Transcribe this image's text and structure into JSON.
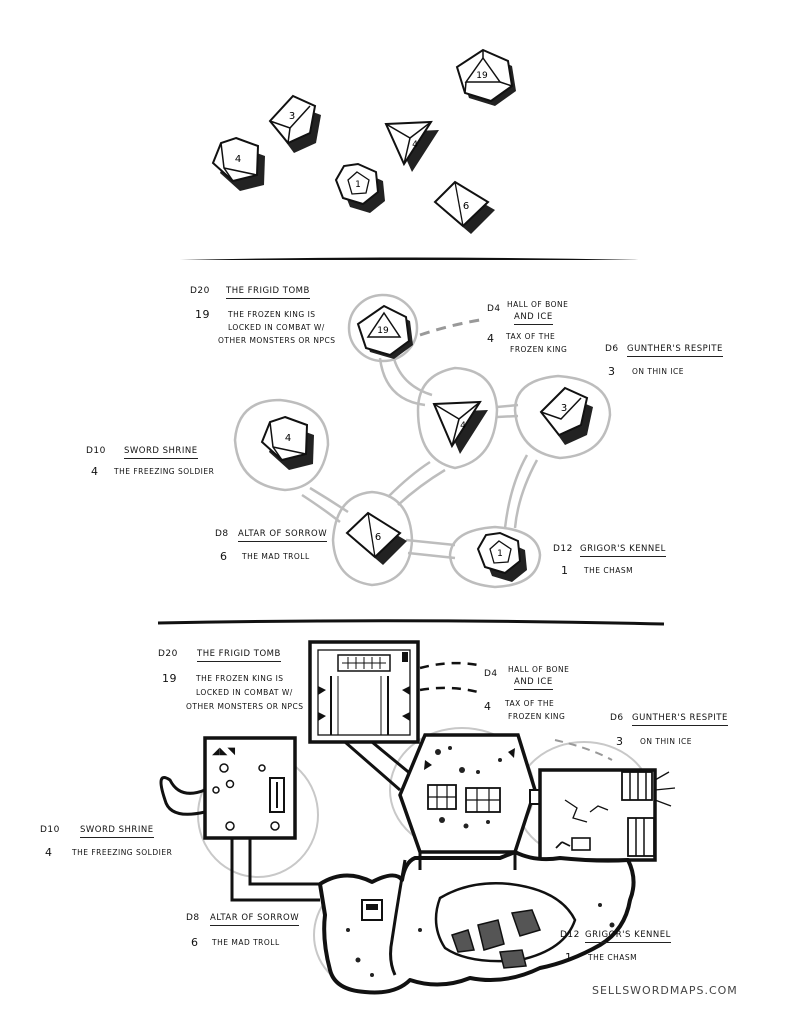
{
  "dice_count": 6,
  "dice_faces": {
    "d4": "4",
    "d6": "3",
    "d8": "6",
    "d10": "4",
    "d12": "1",
    "d20": "19"
  },
  "sections": {
    "diagram": {
      "rooms": [
        {
          "die": "D20",
          "name": "THE FRIGID TOMB",
          "roll": "19",
          "result_lines": [
            "THE FROZEN KING IS",
            "LOCKED IN COMBAT W/",
            "OTHER MONSTERS OR NPCs"
          ]
        },
        {
          "die": "D4",
          "name_lines": [
            "HALL OF BONE",
            "AND ICE"
          ],
          "roll": "4",
          "result_lines": [
            "TAX OF THE",
            "FROZEN KING"
          ]
        },
        {
          "die": "D6",
          "name": "GUNTHER'S RESPITE",
          "roll": "3",
          "result": "ON THIN ICE"
        },
        {
          "die": "D10",
          "name": "SWORD SHRINE",
          "roll": "4",
          "result": "THE FREEZING SOLDIER"
        },
        {
          "die": "D8",
          "name": "ALTAR OF SORROW",
          "roll": "6",
          "result": "THE MAD TROLL"
        },
        {
          "die": "D12",
          "name": "GRIGOR'S KENNEL",
          "roll": "1",
          "result": "THE CHASM"
        }
      ]
    },
    "map": {
      "rooms": [
        {
          "die": "D20",
          "name": "THE FRIGID TOMB",
          "roll": "19",
          "result_lines": [
            "THE FROZEN KING IS",
            "LOCKED IN COMBAT W/",
            "OTHER MONSTERS OR NPCs"
          ]
        },
        {
          "die": "D4",
          "name_lines": [
            "HALL OF BONE",
            "AND ICE"
          ],
          "roll": "4",
          "result_lines": [
            "TAX OF THE",
            "FROZEN KING"
          ]
        },
        {
          "die": "D6",
          "name": "GUNTHER'S RESPITE",
          "roll": "3",
          "result": "ON THIN ICE"
        },
        {
          "die": "D10",
          "name": "SWORD SHRINE",
          "roll": "4",
          "result": "THE FREEZING SOLDIER"
        },
        {
          "die": "D8",
          "name": "ALTAR OF SORROW",
          "roll": "6",
          "result": "THE MAD TROLL"
        },
        {
          "die": "D12",
          "name": "GRIGOR'S KENNEL",
          "roll": "1",
          "result": "THE CHASM"
        }
      ]
    }
  },
  "credit": "SELLSWORDMAPS.COM"
}
